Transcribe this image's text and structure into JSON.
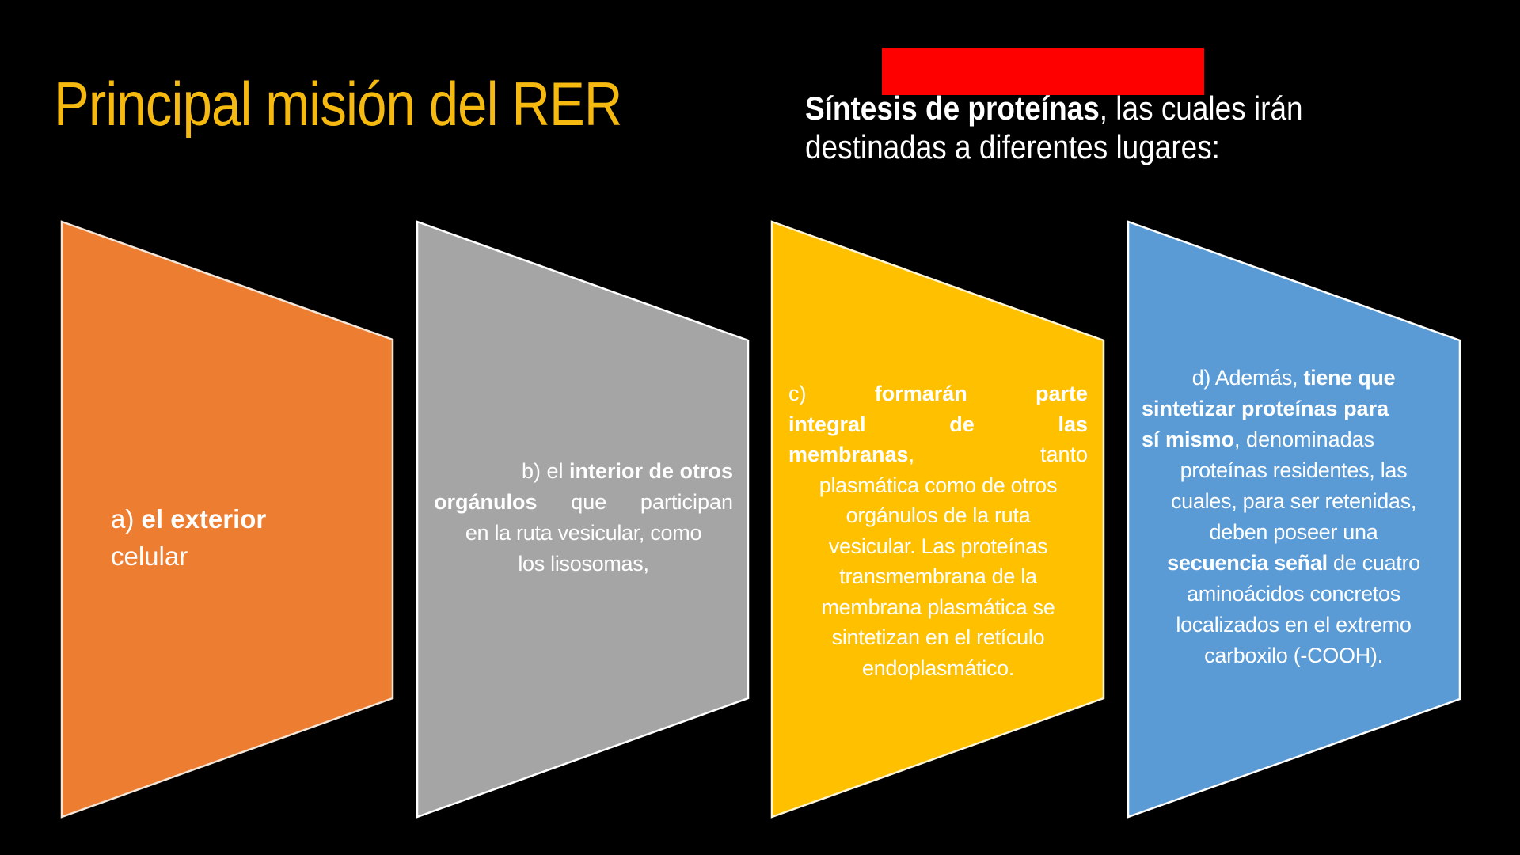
{
  "slide": {
    "title": "Principal misión del RER",
    "title_color": "#F5B90F",
    "background_color": "#000000",
    "redaction_bar_color": "#FF0000",
    "subtitle": {
      "bold": "Síntesis de proteínas",
      "line1_rest": ", las cuales irán",
      "line2": "destinadas a diferentes lugares:"
    }
  },
  "cards": [
    {
      "id": "a",
      "color": "#ED7D31",
      "lines": {
        "l1_prefix": "a) ",
        "l1_bold": "el exterior",
        "l2": "celular"
      }
    },
    {
      "id": "b",
      "color": "#A5A5A5",
      "lines": {
        "l1_prefix": "b) el ",
        "l1_bold": "interior de otros",
        "l2_bold": "orgánulos",
        "l2_rest": " que participan",
        "l3": "en la ruta vesicular, como",
        "l4": "los lisosomas,"
      }
    },
    {
      "id": "c",
      "color": "#FFC000",
      "lines": {
        "l1_prefix": "c) ",
        "l1_bold": "formarán parte",
        "l2_bold": "integral de las",
        "l3_bold": "membranas",
        "l3_rest": ", tanto",
        "l4": "plasmática como de otros",
        "l5": "orgánulos de la ruta",
        "l6": "vesicular. Las proteínas",
        "l7": "transmembrana de la",
        "l8": "membrana plasmática se",
        "l9": "sintetizan en el retículo",
        "l10": "endoplasmático."
      }
    },
    {
      "id": "d",
      "color": "#5B9BD5",
      "lines": {
        "l1_prefix": "d) Además, ",
        "l1_bold": "tiene que",
        "l2_bold": "sintetizar proteínas para",
        "l3_bold": "sí mismo",
        "l3_rest": ", denominadas",
        "l4": "proteínas residentes, las",
        "l5": "cuales, para ser retenidas,",
        "l6": "deben poseer una",
        "l7_bold": "secuencia señal",
        "l7_rest": " de cuatro",
        "l8": "aminoácidos concretos",
        "l9": "localizados en el extremo",
        "l10": "carboxilo (-COOH)."
      }
    }
  ]
}
